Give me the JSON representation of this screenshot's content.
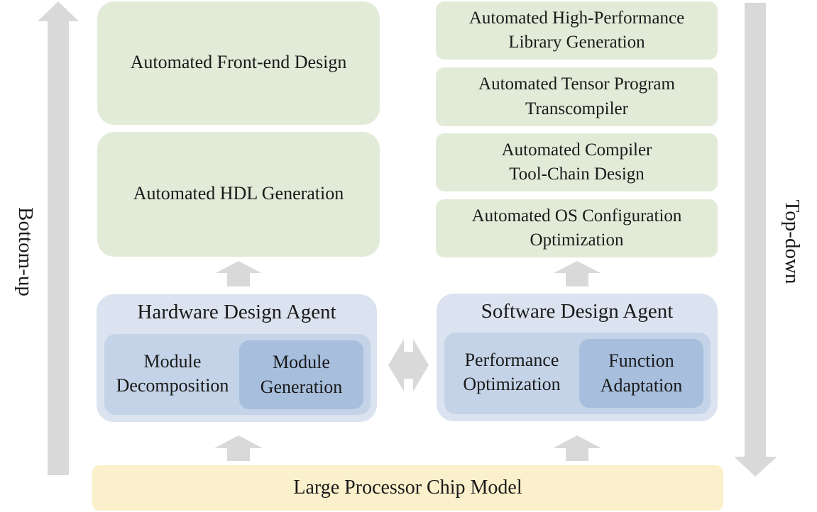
{
  "left_arrow_label": "Bottom-up",
  "right_arrow_label": "Top-down",
  "hardware_tasks": [
    "Automated Front-end Design",
    "Automated HDL Generation"
  ],
  "software_tasks": [
    [
      "Automated High-Performance",
      "Library Generation"
    ],
    [
      "Automated Tensor Program",
      "Transcompiler"
    ],
    [
      "Automated Compiler",
      "Tool-Chain Design"
    ],
    [
      "Automated OS Configuration",
      "Optimization"
    ]
  ],
  "hardware_agent": {
    "title": "Hardware Design Agent",
    "sub_left": [
      "Module",
      "Decomposition"
    ],
    "sub_right": [
      "Module",
      "Generation"
    ]
  },
  "software_agent": {
    "title": "Software Design Agent",
    "sub_left": [
      "Performance",
      "Optimization"
    ],
    "sub_right": [
      "Function",
      "Adaptation"
    ]
  },
  "base_model": "Large Processor Chip Model",
  "colors": {
    "task_box": "#e2ebd8",
    "agent_outer": "#dae3ef",
    "agent_inner": "#c4d3e7",
    "agent_highlight": "#a7bedd",
    "base_box": "#fbf0cc",
    "arrow": "#d9d9d9"
  }
}
